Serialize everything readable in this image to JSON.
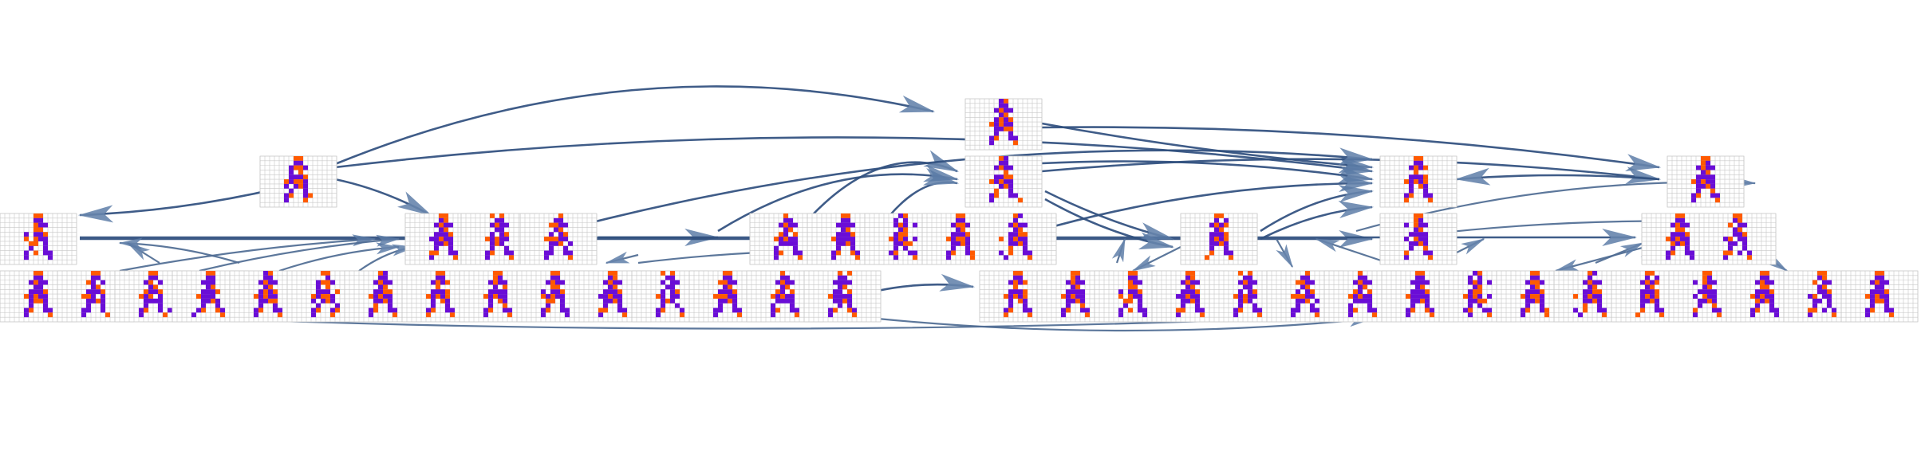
{
  "colors": {
    "edge": "#4f6c93",
    "edge_dark": "#2f4f7e",
    "arrow": "#5a7aa5",
    "grid_line": "#c8c8c8",
    "figure_primary": "#6a0dd6",
    "figure_secondary": "#ff5a00",
    "background": "#ffffff"
  },
  "diagram": {
    "kind": "state-transition graph of pixel-grid figures",
    "node_count": 47,
    "edge_style": "curved arrows",
    "node_icon": "pixel-figure-grid-icon"
  }
}
